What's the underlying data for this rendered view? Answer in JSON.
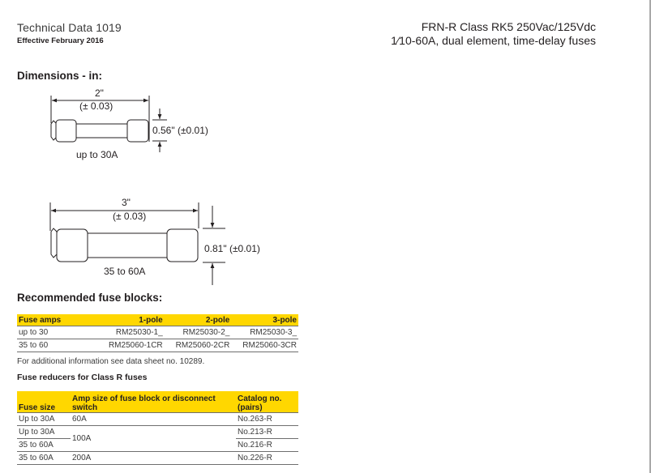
{
  "header": {
    "doc_title": "Technical Data 1019",
    "effective_date": "Effective February 2016",
    "product_line1": "FRN-R Class RK5 250Vac/125Vdc",
    "product_line2": "1⁄10-60A, dual element, time-delay fuses"
  },
  "dimensions": {
    "heading": "Dimensions - in:",
    "fuses": [
      {
        "length": "2\"",
        "length_tolerance": "(± 0.03)",
        "diameter": "0.56\" (±0.01)",
        "caption": "up to 30A"
      },
      {
        "length": "3\"",
        "length_tolerance": "(± 0.03)",
        "diameter": "0.81\" (±0.01)",
        "caption": "35 to 60A"
      }
    ]
  },
  "fuse_blocks": {
    "heading": "Recommended fuse blocks:",
    "columns": [
      "Fuse amps",
      "1-pole",
      "2-pole",
      "3-pole"
    ],
    "rows": [
      [
        "up to 30",
        "RM25030-1_",
        "RM25030-2_",
        "RM25030-3_"
      ],
      [
        "35 to 60",
        "RM25060-1CR",
        "RM25060-2CR",
        "RM25060-3CR"
      ]
    ],
    "note": "For additional information see data sheet no. 10289."
  },
  "reducers": {
    "heading": "Fuse reducers for Class R fuses",
    "columns": [
      "Fuse size",
      "Amp size of fuse block or disconnect switch",
      "Catalog no. (pairs)"
    ],
    "rows": [
      {
        "fuse_size": "Up to 30A",
        "amp_size": "60A",
        "catalog": "No.263-R"
      },
      {
        "fuse_size": "Up to 30A",
        "amp_size": "100A",
        "catalog": "No.213-R"
      },
      {
        "fuse_size": "35 to 60A",
        "amp_size": "100A",
        "catalog": "No.216-R"
      },
      {
        "fuse_size": "35 to 60A",
        "amp_size": "200A",
        "catalog": "No.226-R"
      }
    ]
  },
  "colors": {
    "table_header": "#ffd700",
    "text": "#231f20"
  }
}
